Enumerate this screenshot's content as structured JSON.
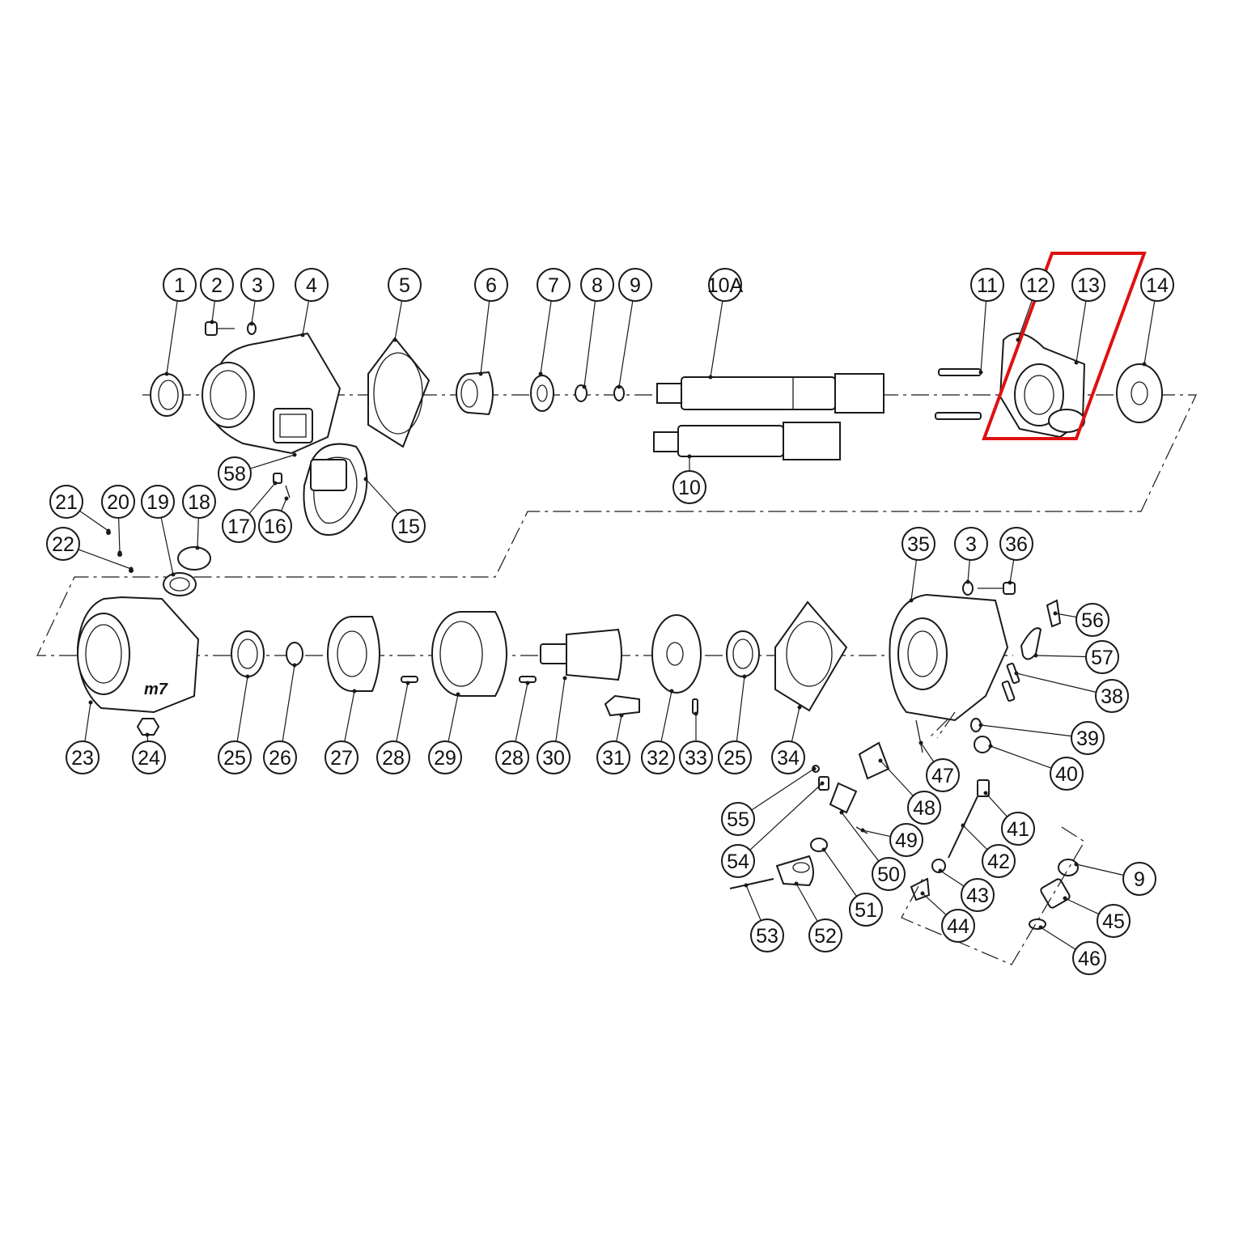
{
  "callouts": [
    {
      "id": "1",
      "label": "1"
    },
    {
      "id": "2",
      "label": "2"
    },
    {
      "id": "3a",
      "label": "3"
    },
    {
      "id": "4",
      "label": "4"
    },
    {
      "id": "5",
      "label": "5"
    },
    {
      "id": "6",
      "label": "6"
    },
    {
      "id": "7",
      "label": "7"
    },
    {
      "id": "8",
      "label": "8"
    },
    {
      "id": "9a",
      "label": "9"
    },
    {
      "id": "10A",
      "label": "10A"
    },
    {
      "id": "10",
      "label": "10"
    },
    {
      "id": "11",
      "label": "11"
    },
    {
      "id": "12",
      "label": "12"
    },
    {
      "id": "13",
      "label": "13"
    },
    {
      "id": "14",
      "label": "14"
    },
    {
      "id": "15",
      "label": "15"
    },
    {
      "id": "16",
      "label": "16"
    },
    {
      "id": "17",
      "label": "17"
    },
    {
      "id": "58",
      "label": "58"
    },
    {
      "id": "18",
      "label": "18"
    },
    {
      "id": "19",
      "label": "19"
    },
    {
      "id": "20",
      "label": "20"
    },
    {
      "id": "21",
      "label": "21"
    },
    {
      "id": "22",
      "label": "22"
    },
    {
      "id": "23",
      "label": "23"
    },
    {
      "id": "24",
      "label": "24"
    },
    {
      "id": "25a",
      "label": "25"
    },
    {
      "id": "26",
      "label": "26"
    },
    {
      "id": "27",
      "label": "27"
    },
    {
      "id": "28a",
      "label": "28"
    },
    {
      "id": "29",
      "label": "29"
    },
    {
      "id": "28b",
      "label": "28"
    },
    {
      "id": "30",
      "label": "30"
    },
    {
      "id": "31",
      "label": "31"
    },
    {
      "id": "32",
      "label": "32"
    },
    {
      "id": "33",
      "label": "33"
    },
    {
      "id": "25b",
      "label": "25"
    },
    {
      "id": "34",
      "label": "34"
    },
    {
      "id": "35",
      "label": "35"
    },
    {
      "id": "3b",
      "label": "3"
    },
    {
      "id": "36",
      "label": "36"
    },
    {
      "id": "56",
      "label": "56"
    },
    {
      "id": "57",
      "label": "57"
    },
    {
      "id": "38",
      "label": "38"
    },
    {
      "id": "39",
      "label": "39"
    },
    {
      "id": "40",
      "label": "40"
    },
    {
      "id": "47",
      "label": "47"
    },
    {
      "id": "48",
      "label": "48"
    },
    {
      "id": "41",
      "label": "41"
    },
    {
      "id": "55",
      "label": "55"
    },
    {
      "id": "49",
      "label": "49"
    },
    {
      "id": "42",
      "label": "42"
    },
    {
      "id": "54",
      "label": "54"
    },
    {
      "id": "50",
      "label": "50"
    },
    {
      "id": "43",
      "label": "43"
    },
    {
      "id": "51",
      "label": "51"
    },
    {
      "id": "44",
      "label": "44"
    },
    {
      "id": "53",
      "label": "53"
    },
    {
      "id": "52",
      "label": "52"
    },
    {
      "id": "9b",
      "label": "9"
    },
    {
      "id": "45",
      "label": "45"
    },
    {
      "id": "46",
      "label": "46"
    }
  ],
  "logo_text": "m7",
  "highlight_color": "#e01010",
  "line_color": "#1a1a1a"
}
